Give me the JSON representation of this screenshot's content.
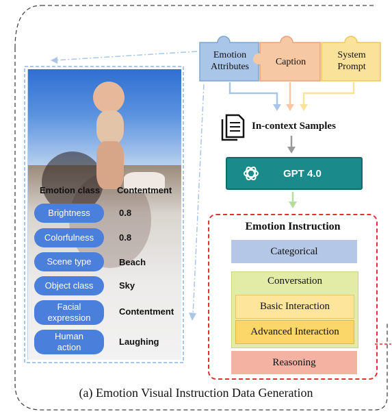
{
  "sources": [
    {
      "label_lines": [
        "Emotion",
        "Attributes"
      ],
      "color": "#a9c6e8"
    },
    {
      "label_lines": [
        "Caption"
      ],
      "color": "#f6c8a4"
    },
    {
      "label_lines": [
        "System",
        "Prompt"
      ],
      "color": "#fbe29a"
    }
  ],
  "in_context": {
    "label": "In-context Samples",
    "icon": "document-stack-icon"
  },
  "gpt": {
    "label": "GPT 4.0",
    "icon": "openai-logo-icon",
    "color": "#1a8a8a"
  },
  "attributes": {
    "header_class": "Emotion class",
    "header_value": "Contentment",
    "rows": [
      {
        "name_lines": [
          "Brightness"
        ],
        "value": "0.8"
      },
      {
        "name_lines": [
          "Colorfulness"
        ],
        "value": "0.8"
      },
      {
        "name_lines": [
          "Scene type"
        ],
        "value": "Beach"
      },
      {
        "name_lines": [
          "Object class"
        ],
        "value": "Sky"
      },
      {
        "name_lines": [
          "Facial",
          "expression"
        ],
        "value": "Contentment"
      },
      {
        "name_lines": [
          "Human",
          "action"
        ],
        "value": "Laughing"
      }
    ]
  },
  "emotion_instruction": {
    "title": "Emotion Instruction",
    "categorical": "Categorical",
    "conversation": "Conversation",
    "basic": "Basic Interaction",
    "advanced": "Advanced Interaction",
    "reasoning": "Reasoning"
  },
  "caption": "(a) Emotion Visual Instruction Data Generation",
  "colors": {
    "categorical": "#b4c7e7",
    "conversation": "#e2eca6",
    "basic": "#fde59b",
    "advanced": "#fbd769",
    "reasoning": "#f3b2a2",
    "frame_red": "#e03030",
    "pill": "#4a7fdc"
  }
}
